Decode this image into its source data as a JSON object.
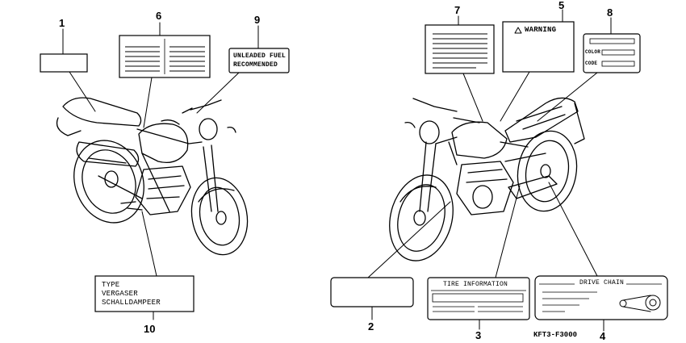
{
  "callouts": {
    "c1": "1",
    "c2": "2",
    "c3": "3",
    "c4": "4",
    "c5": "5",
    "c6": "6",
    "c7": "7",
    "c8": "8",
    "c9": "9",
    "c10": "10"
  },
  "labels": {
    "fuel_line1": "UNLEADED FUEL",
    "fuel_line2": "RECOMMENDED",
    "warning": "WARNING",
    "color": "COLOR",
    "code": "CODE",
    "tire": "TIRE INFORMATION",
    "chain": "DRIVE CHAIN",
    "type_line1": "TYPE",
    "type_line2": "VERGASER",
    "type_line3": "SCHALLDAMPEER"
  },
  "reference": "KFT3-F3000"
}
